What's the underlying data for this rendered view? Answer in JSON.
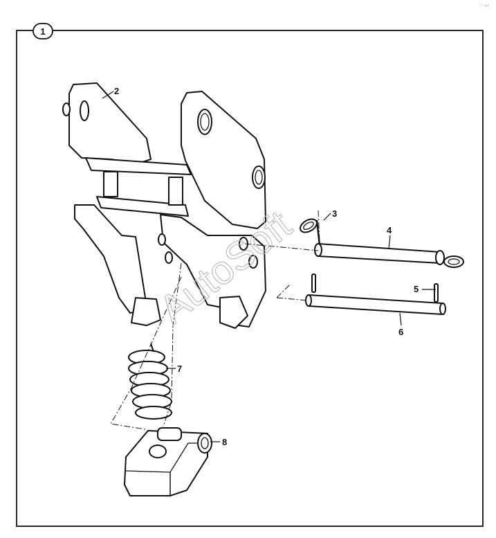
{
  "frame": {
    "number": "1"
  },
  "callouts": [
    "2",
    "3",
    "4",
    "5",
    "6",
    "7",
    "8"
  ],
  "watermark": "AutoSoft",
  "corner_mark": "ⓘ ver",
  "colors": {
    "line": "#111111",
    "watermark": "#bdbdbd",
    "background": "#ffffff"
  }
}
